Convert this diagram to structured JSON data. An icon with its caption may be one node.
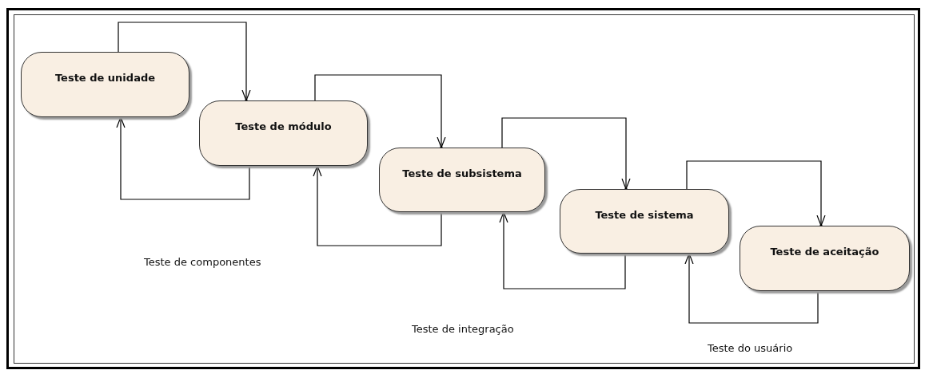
{
  "diagram": {
    "nodes": [
      {
        "text": [
          "Teste de unidade"
        ]
      },
      {
        "text": [
          "Teste de módulo"
        ]
      },
      {
        "text": [
          "Teste de subsistema"
        ]
      },
      {
        "text": [
          "Teste de sistema"
        ]
      },
      {
        "text": [
          "Teste de aceitação"
        ]
      }
    ],
    "edges": [
      {
        "from": 0,
        "to": 1,
        "arrow": "to"
      },
      {
        "from": 1,
        "to": 0,
        "arrow": "to"
      },
      {
        "from": 1,
        "to": 2,
        "arrow": "to"
      },
      {
        "from": 2,
        "to": 1,
        "arrow": "to"
      },
      {
        "from": 2,
        "to": 3,
        "arrow": "to"
      },
      {
        "from": 3,
        "to": 2,
        "arrow": "to"
      },
      {
        "from": 3,
        "to": 4,
        "arrow": "to"
      },
      {
        "from": 4,
        "to": 3,
        "arrow": "to"
      }
    ],
    "labels": [
      "Teste de componentes",
      "Teste de integração",
      "Teste do usuário"
    ]
  }
}
